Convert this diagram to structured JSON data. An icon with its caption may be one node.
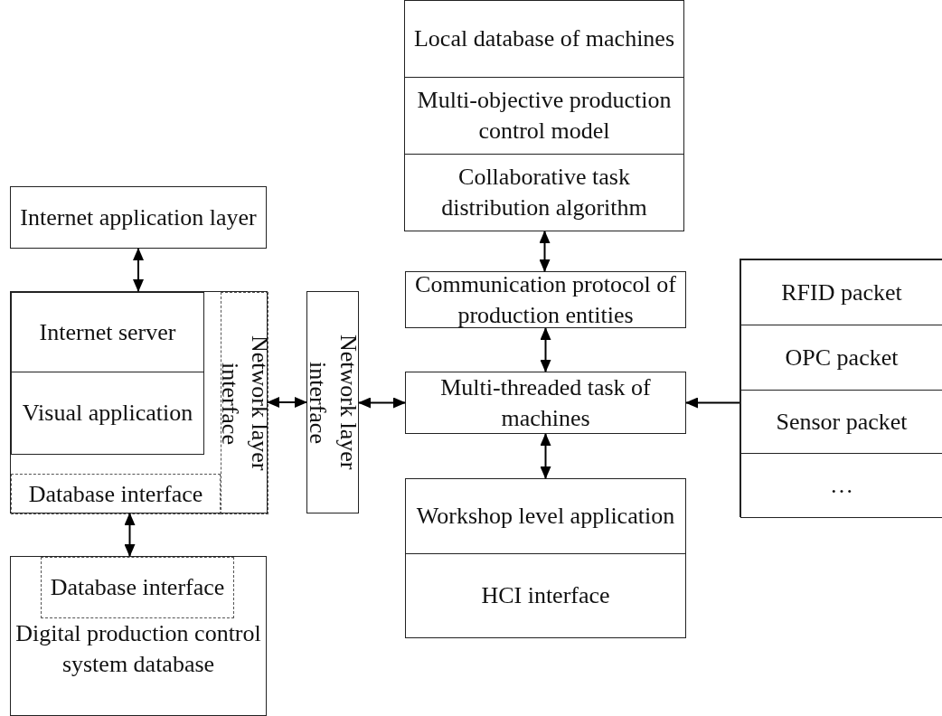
{
  "diagram": {
    "nodes": [
      {
        "text": [
          "Internet application layer"
        ]
      },
      {
        "text": [],
        "shape": "box"
      },
      {
        "text": [
          "Internet server"
        ],
        "in": 1
      },
      {
        "text": [
          "Visual application"
        ],
        "in": 1
      },
      {
        "text": [
          "Network layer interface"
        ],
        "in": 1
      },
      {
        "text": [
          "Database interface"
        ],
        "in": 1
      },
      {
        "text": [
          "Digital production control system database"
        ]
      },
      {
        "text": [
          "Database interface"
        ],
        "in": 6
      },
      {
        "text": [
          "Network layer interface"
        ]
      },
      {
        "text": [
          "Local database of machines"
        ]
      },
      {
        "text": [
          "Multi-objective production control model"
        ]
      },
      {
        "text": [
          "Collaborative task distribution algorithm"
        ]
      },
      {
        "text": [
          "Communication protocol of production entities"
        ]
      },
      {
        "text": [
          "Multi-threaded task of machines"
        ]
      },
      {
        "text": [
          "Workshop level application"
        ]
      },
      {
        "text": [
          "HCI interface"
        ]
      },
      {
        "text": [],
        "shape": "box"
      },
      {
        "text": [
          "RFID packet"
        ],
        "in": 16
      },
      {
        "text": [
          "OPC packet"
        ],
        "in": 16
      },
      {
        "text": [
          "Sensor packet"
        ],
        "in": 16
      },
      {
        "text": [
          "…"
        ],
        "in": 16
      }
    ],
    "edges": [
      {
        "from": 1,
        "to": 0,
        "arrow": "both"
      },
      {
        "from": 4,
        "to": 8,
        "arrow": "both"
      },
      {
        "from": 8,
        "to": 13,
        "arrow": "both"
      },
      {
        "from": 11,
        "to": 12,
        "arrow": "both"
      },
      {
        "from": 12,
        "to": 13,
        "arrow": "both"
      },
      {
        "from": 13,
        "to": 14,
        "arrow": "both"
      },
      {
        "from": 16,
        "to": 13,
        "arrow": "to"
      },
      {
        "from": 5,
        "to": 7,
        "arrow": "both"
      }
    ]
  }
}
